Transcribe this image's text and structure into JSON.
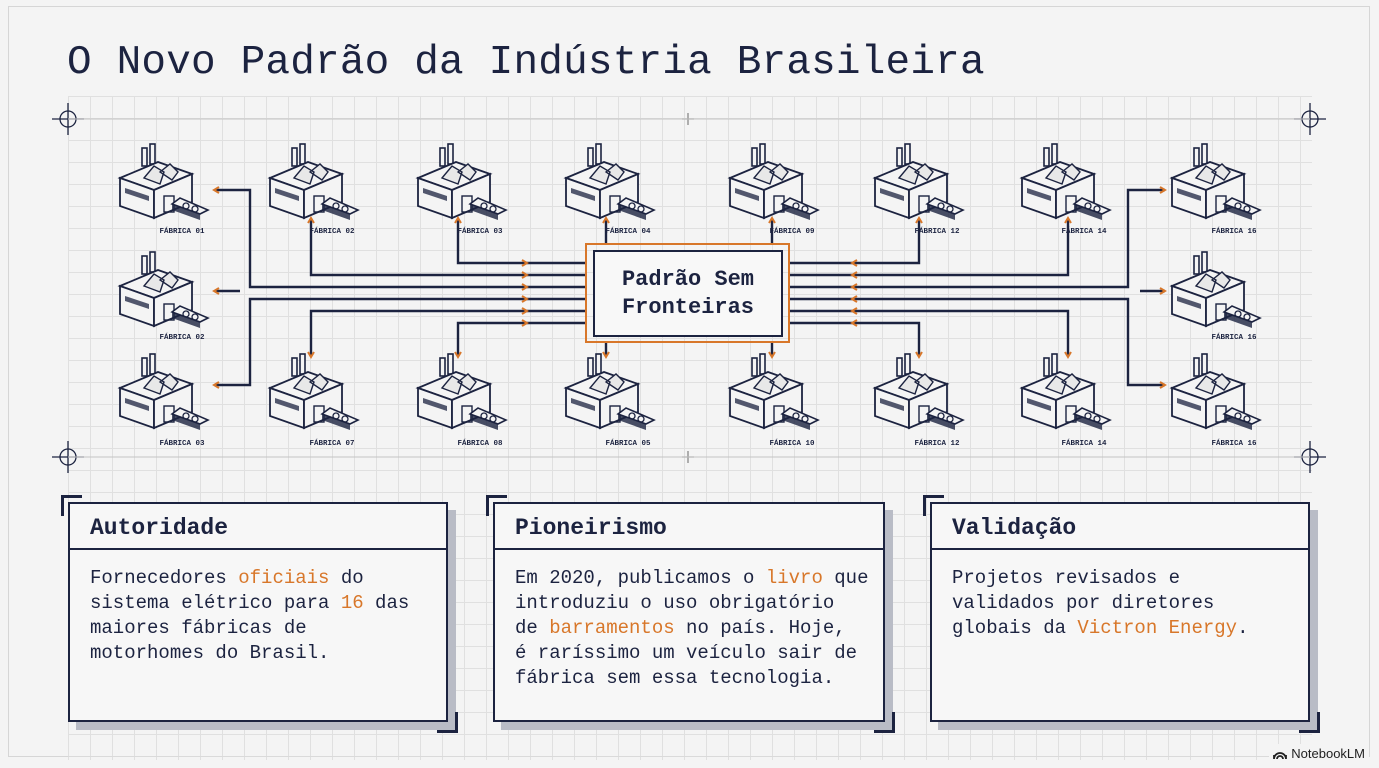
{
  "title": "O Novo Padrão da Indústria Brasileira",
  "center": {
    "line1": "Padrão Sem",
    "line2": "Fronteiras"
  },
  "factories": {
    "top": [
      "FÁBRICA 01",
      "FÁBRICA 02",
      "FÁBRICA 03",
      "FÁBRICA 04",
      "FÁBRICA 09",
      "FÁBRICA 12",
      "FÁBRICA 14",
      "FÁBRICA 16"
    ],
    "middle": [
      "FÁBRICA 02",
      "FÁBRICA 16"
    ],
    "bottom": [
      "FÁBRICA 03",
      "FÁBRICA 07",
      "FÁBRICA 08",
      "FÁBRICA 05",
      "FÁBRICA 10",
      "FÁBRICA 12",
      "FÁBRICA 14",
      "FÁBRICA 16"
    ]
  },
  "cards": [
    {
      "title": "Autoridade",
      "lines": [
        [
          {
            "t": "Fornecedores "
          },
          {
            "t": "oficiais",
            "h": true
          },
          {
            "t": " do"
          }
        ],
        [
          {
            "t": "sistema elétrico para "
          },
          {
            "t": "16",
            "h": true
          },
          {
            "t": " das"
          }
        ],
        [
          {
            "t": "maiores fábricas de"
          }
        ],
        [
          {
            "t": "motorhomes do Brasil."
          }
        ]
      ]
    },
    {
      "title": "Pioneirismo",
      "lines": [
        [
          {
            "t": "Em 2020, publicamos o "
          },
          {
            "t": "livro",
            "h": true
          },
          {
            "t": " que"
          }
        ],
        [
          {
            "t": "introduziu o uso obrigatório"
          }
        ],
        [
          {
            "t": "de "
          },
          {
            "t": "barramentos",
            "h": true
          },
          {
            "t": " no país. Hoje,"
          }
        ],
        [
          {
            "t": "é raríssimo um veículo sair de"
          }
        ],
        [
          {
            "t": "fábrica sem essa tecnologia."
          }
        ]
      ]
    },
    {
      "title": "Validação",
      "lines": [
        [
          {
            "t": "Projetos revisados e"
          }
        ],
        [
          {
            "t": "validados por diretores"
          }
        ],
        [
          {
            "t": "globais da "
          },
          {
            "t": "Victron Energy",
            "h": true
          },
          {
            "t": "."
          }
        ]
      ]
    }
  ],
  "watermark": "NotebookLM",
  "colors": {
    "navy": "#1c2340",
    "accent": "#d8772a",
    "background": "#f4f4f4"
  }
}
